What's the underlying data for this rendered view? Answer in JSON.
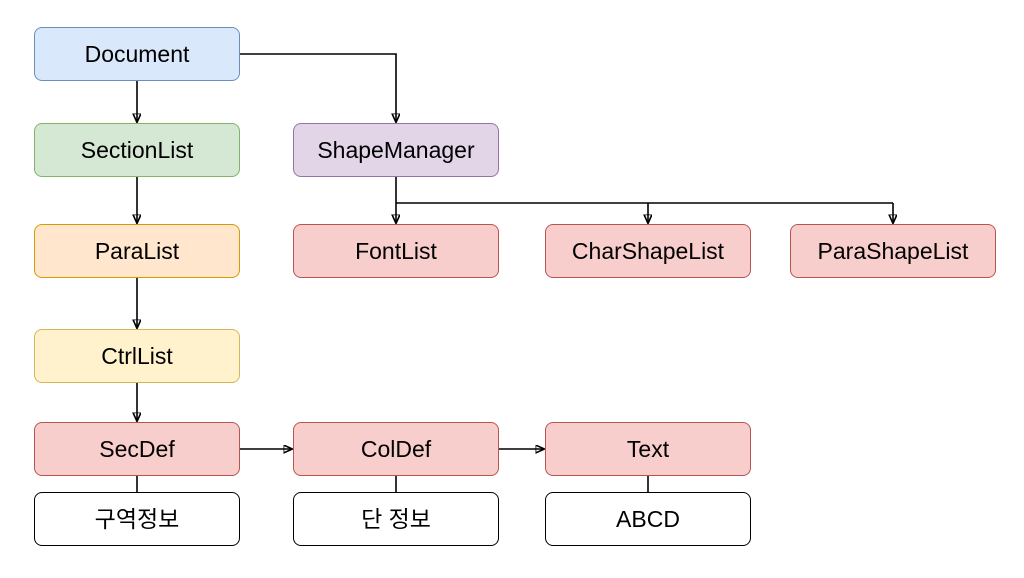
{
  "diagram": {
    "background_color": "#ffffff",
    "connector_color": "#000000",
    "nodes": [
      {
        "id": "document",
        "label": "Document",
        "fill": "#dae8fc",
        "stroke": "#6c8ebf"
      },
      {
        "id": "section-list",
        "label": "SectionList",
        "fill": "#d5e8d4",
        "stroke": "#82b366"
      },
      {
        "id": "shape-manager",
        "label": "ShapeManager",
        "fill": "#e1d5e7",
        "stroke": "#9673a6"
      },
      {
        "id": "para-list",
        "label": "ParaList",
        "fill": "#ffe6cc",
        "stroke": "#d79b00"
      },
      {
        "id": "font-list",
        "label": "FontList",
        "fill": "#f8cecc",
        "stroke": "#b85450"
      },
      {
        "id": "char-shape-list",
        "label": "CharShapeList",
        "fill": "#f8cecc",
        "stroke": "#b85450"
      },
      {
        "id": "para-shape-list",
        "label": "ParaShapeList",
        "fill": "#f8cecc",
        "stroke": "#b85450"
      },
      {
        "id": "ctrl-list",
        "label": "CtrlList",
        "fill": "#fff2cc",
        "stroke": "#d6b656"
      },
      {
        "id": "sec-def",
        "label": "SecDef",
        "fill": "#f8cecc",
        "stroke": "#b85450"
      },
      {
        "id": "col-def",
        "label": "ColDef",
        "fill": "#f8cecc",
        "stroke": "#b85450"
      },
      {
        "id": "text",
        "label": "Text",
        "fill": "#f8cecc",
        "stroke": "#b85450"
      },
      {
        "id": "section-info",
        "label": "구역정보",
        "fill": "#ffffff",
        "stroke": "#000000"
      },
      {
        "id": "column-info",
        "label": "단 정보",
        "fill": "#ffffff",
        "stroke": "#000000"
      },
      {
        "id": "abcd",
        "label": "ABCD",
        "fill": "#ffffff",
        "stroke": "#000000"
      }
    ],
    "edges": [
      {
        "from": "Document",
        "to": "SectionList",
        "arrow": true
      },
      {
        "from": "Document",
        "to": "ShapeManager",
        "arrow": true
      },
      {
        "from": "SectionList",
        "to": "ParaList",
        "arrow": true
      },
      {
        "from": "ParaList",
        "to": "CtrlList",
        "arrow": true
      },
      {
        "from": "CtrlList",
        "to": "SecDef",
        "arrow": true
      },
      {
        "from": "ShapeManager",
        "to": "FontList",
        "arrow": true
      },
      {
        "from": "ShapeManager",
        "to": "CharShapeList",
        "arrow": true
      },
      {
        "from": "ShapeManager",
        "to": "ParaShapeList",
        "arrow": true
      },
      {
        "from": "SecDef",
        "to": "ColDef",
        "arrow": true
      },
      {
        "from": "ColDef",
        "to": "Text",
        "arrow": true
      },
      {
        "from": "SecDef",
        "to": "구역정보",
        "arrow": false
      },
      {
        "from": "ColDef",
        "to": "단 정보",
        "arrow": false
      },
      {
        "from": "Text",
        "to": "ABCD",
        "arrow": false
      }
    ]
  }
}
